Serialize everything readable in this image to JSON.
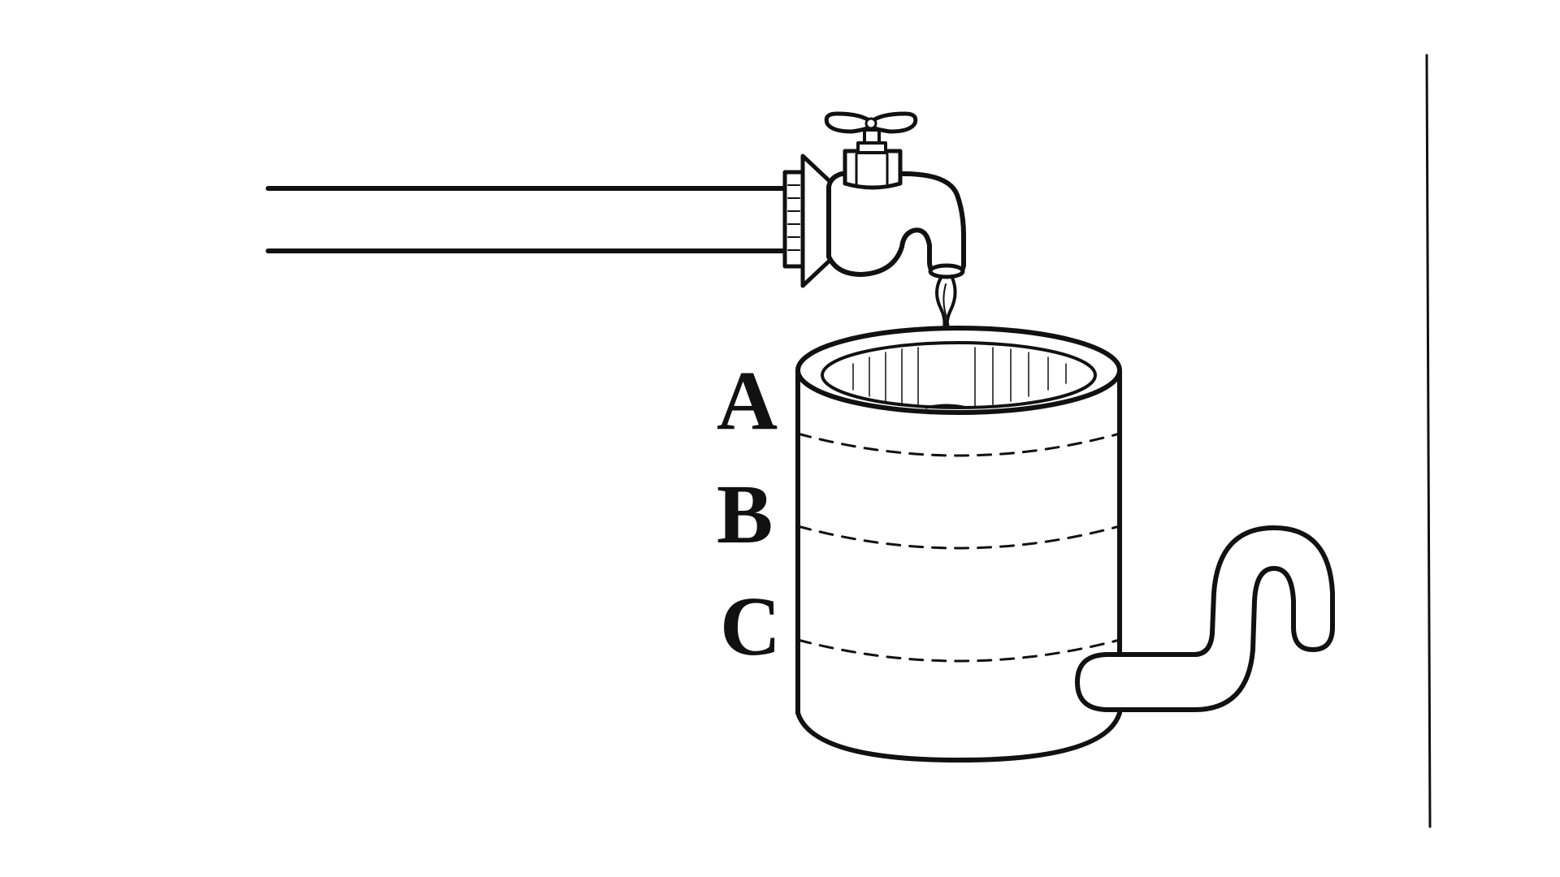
{
  "labels": {
    "level_a": "A",
    "level_b": "B",
    "level_c": "C"
  },
  "colors": {
    "ink": "#111111",
    "background": "#ffffff"
  },
  "icons": {
    "faucet": "faucet-icon",
    "pipe": "water-pipe",
    "container": "cylindrical-container",
    "outlet": "s-shaped-outlet-pipe"
  }
}
